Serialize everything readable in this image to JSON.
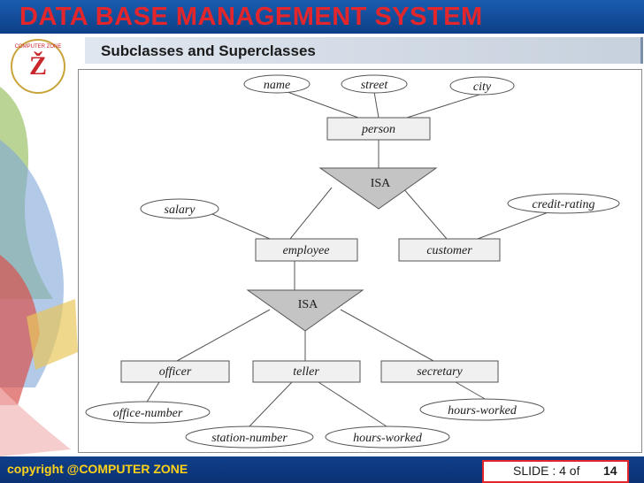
{
  "header": {
    "title": "DATA BASE MANAGEMENT SYSTEM",
    "subtitle": "Subclasses and Superclasses"
  },
  "logo": {
    "letter": "Ž",
    "ring_text": "COMPUTER ZONE"
  },
  "diagram": {
    "attributes": {
      "name": "name",
      "street": "street",
      "city": "city",
      "salary": "salary",
      "credit_rating": "credit-rating",
      "office_number": "office-number",
      "station_number": "station-number",
      "hours_worked_teller": "hours-worked",
      "hours_worked_secretary": "hours-worked"
    },
    "entities": {
      "person": "person",
      "employee": "employee",
      "customer": "customer",
      "officer": "officer",
      "teller": "teller",
      "secretary": "secretary"
    },
    "isa": {
      "upper": "ISA",
      "lower": "ISA"
    }
  },
  "footer": {
    "copyright": "copyright @COMPUTER ZONE",
    "slide_label": "SLIDE : 4 of",
    "slide_total": "14"
  },
  "colors": {
    "header_bg": "#0d3f86",
    "title_red": "#e3262c",
    "footer_yellow": "#ffd21a",
    "entity_fill": "#f0f0f0"
  }
}
